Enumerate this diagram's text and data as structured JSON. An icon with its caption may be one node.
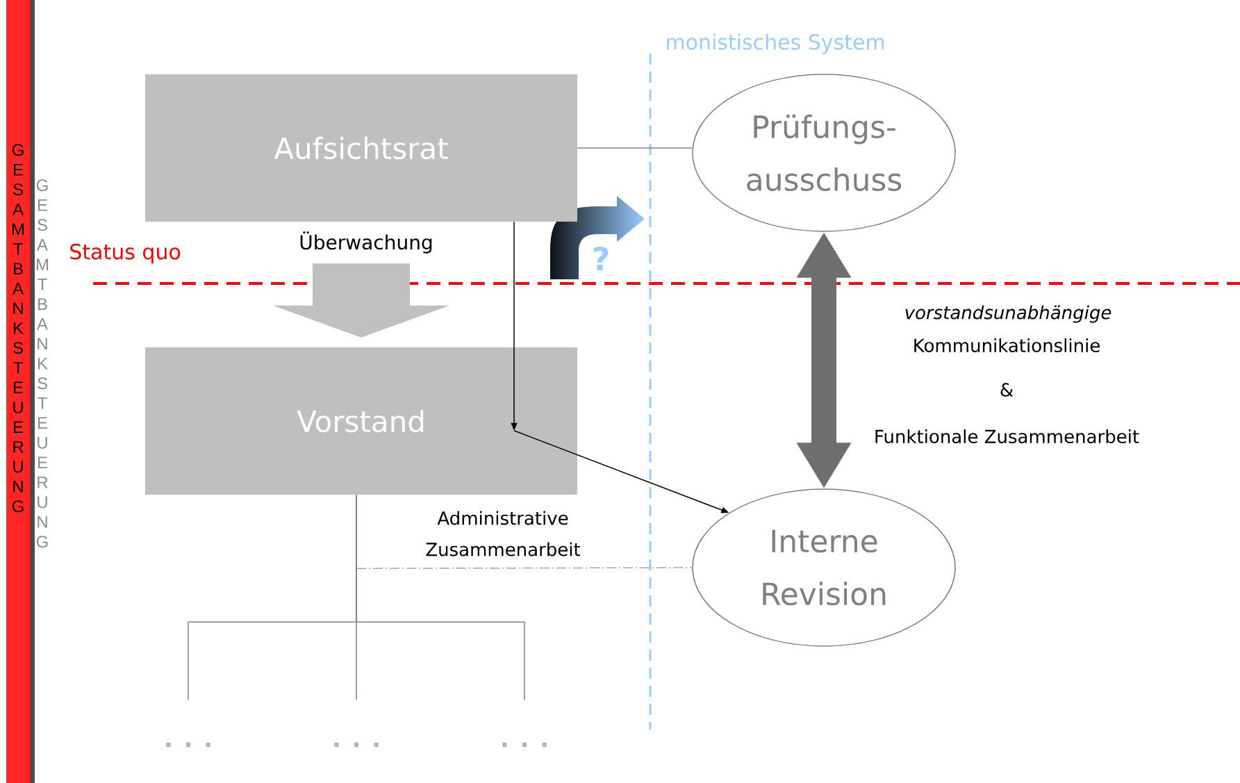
{
  "diagram": {
    "nodes": [
      {
        "text": [
          "Aufsichtsrat"
        ]
      },
      {
        "text": [
          "Prüfungs- ausschuss"
        ]
      },
      {
        "text": [
          "Vorstand"
        ]
      },
      {
        "text": [
          "Interne Revision"
        ]
      },
      {
        "text": [
          ". . ."
        ]
      },
      {
        "text": [
          ". . ."
        ]
      },
      {
        "text": [
          ". . ."
        ]
      }
    ],
    "edges": [
      {
        "from": 0,
        "to": 1,
        "arrow": "none",
        "color": "#808080"
      },
      {
        "from": 0,
        "to": 2,
        "arrow": "to",
        "style": "thick",
        "color": "#c0c0c0",
        "label": "Überwachung"
      },
      {
        "from": 0,
        "to": 2,
        "arrow": "to",
        "color": "#000000"
      },
      {
        "from": 2,
        "to": 3,
        "arrow": "to",
        "color": "#000000"
      },
      {
        "from": 1,
        "to": 3,
        "arrow": "both",
        "style": "thick",
        "color": "#6e6e6e"
      },
      {
        "from": 2,
        "to": 3,
        "arrow": "none",
        "style": "dashed",
        "color": "#a6a6a6",
        "label": "Administrative Zusammenarbeit"
      },
      {
        "from": 2,
        "to": 4,
        "arrow": "none",
        "color": "#808080"
      },
      {
        "from": 2,
        "to": 5,
        "arrow": "none",
        "color": "#808080"
      },
      {
        "from": 2,
        "to": 6,
        "arrow": "none",
        "color": "#808080"
      }
    ],
    "labels": [
      "monistisches System",
      "GESAMTBANKSTEUERUNG",
      "GESAMTBANKSTEUERUNG",
      "Status quo",
      "?",
      "vorstandsunabhängige",
      "Kommunikationslinie",
      "&",
      "Funktionale Zusammenarbeit"
    ]
  }
}
